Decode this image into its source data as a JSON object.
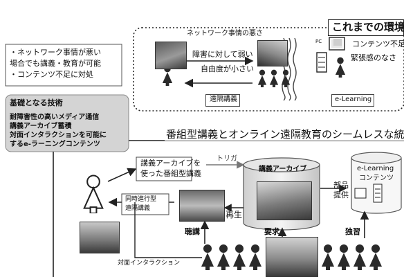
{
  "top_panel": {
    "title": "これまでの環境",
    "network_label": "ネットワーク事情の悪さ",
    "weak_label_1": "障害に対して弱い",
    "weak_label_2": "自由度が小さい",
    "pc_label": "PC",
    "content_label_1": "コンテンツ不足",
    "content_label_2": "緊張感のなさ",
    "remote_lecture_label": "遠隔講義",
    "elearning_label": "e-Learning"
  },
  "issues": {
    "line1": "・ネットワーク事情が悪い",
    "line2": "場合でも講義・教育が可能",
    "line3": "・コンテンツ不足に対処"
  },
  "tech_box": {
    "title": "基礎となる技術",
    "line1": "耐障害性の高いメディア通信",
    "line2": "講義アーカイブ蓄積",
    "line3": "対面インタラクションを可能に",
    "line4": "するe-ラーニングコンテンツ"
  },
  "banner": "番組型講義とオンライン遠隔教育のシームレスな統合",
  "bottom": {
    "archive_program_1": "講義アーカイブを",
    "archive_program_2": "使った番組型講義",
    "trigger_label": "トリガ",
    "archive_label": "講義アーカイブ",
    "simultaneous_1": "同時進行型",
    "simultaneous_2": "遠隔講義",
    "replay_label": "再生",
    "parts_1": "部品",
    "parts_2": "提供",
    "elearning_content_1": "e-Learning",
    "elearning_content_2": "コンテンツ",
    "listen_label": "聴講",
    "request_label": "要求",
    "selfstudy_label": "独習",
    "face_interaction_label": "対面インタラクション"
  }
}
